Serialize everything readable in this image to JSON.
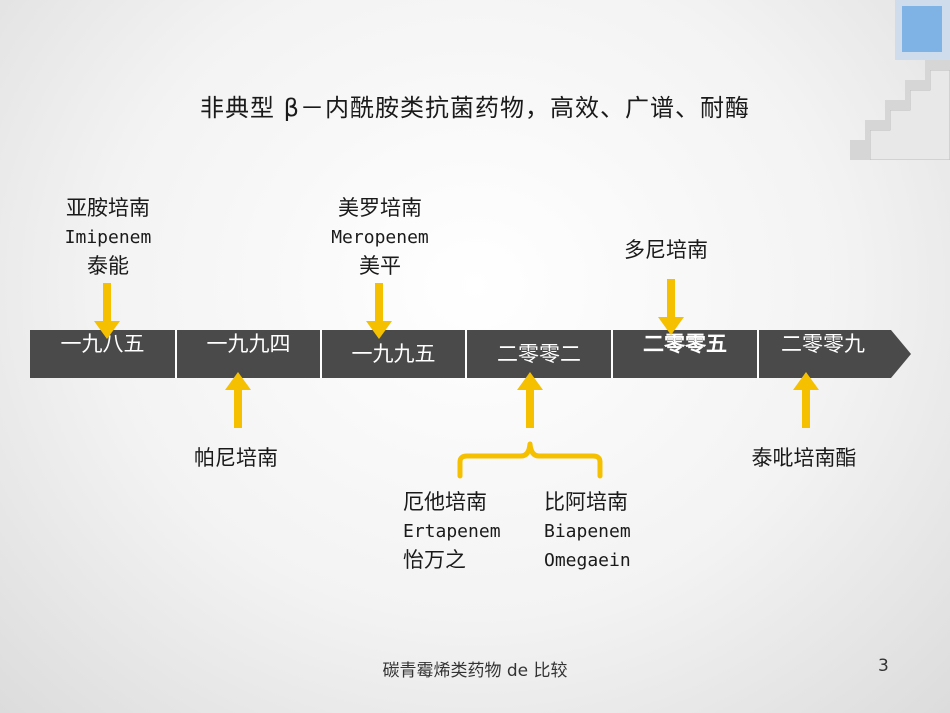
{
  "slide": {
    "title": "非典型 β－内酰胺类抗菌药物，高效、广谱、耐酶",
    "footer": "碳青霉烯类药物 de 比较",
    "page_number": "3"
  },
  "timeline": [
    {
      "label": "一九八五",
      "bold": false
    },
    {
      "label": "一九九四",
      "bold": false
    },
    {
      "label": "一九九五",
      "bold": false
    },
    {
      "label": "二零零二",
      "bold": false
    },
    {
      "label": "二零零五",
      "bold": true
    },
    {
      "label": "二零零九",
      "bold": false
    }
  ],
  "drugs": {
    "imipenem": {
      "cn": "亚胺培南",
      "en": "Imipenem",
      "brand": "泰能"
    },
    "meropenem": {
      "cn": "美罗培南",
      "en": "Meropenem",
      "brand": "美平"
    },
    "doripenem": {
      "cn": "多尼培南"
    },
    "panipenem": {
      "cn": "帕尼培南"
    },
    "ertapenem": {
      "cn": "厄他培南",
      "en": "Ertapenem",
      "brand": "怡万之"
    },
    "biapenem": {
      "cn": "比阿培南",
      "en": "Biapenem",
      "brand": "Omegaein"
    },
    "tebipenem": {
      "cn": "泰吡培南酯"
    }
  },
  "colors": {
    "segment": "#4a4a4a",
    "arrow": "#f5c000",
    "divider": "#ffffff"
  }
}
